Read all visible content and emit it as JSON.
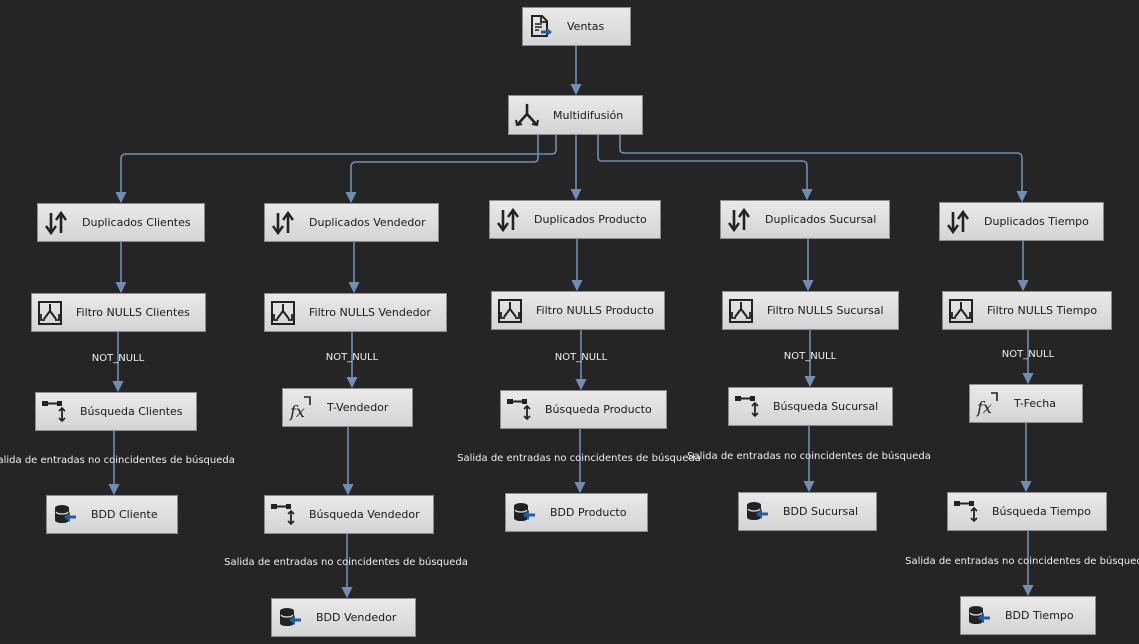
{
  "nodes": {
    "ventas": {
      "label": "Ventas",
      "icon": "flat-file-source-icon"
    },
    "multi": {
      "label": "Multidifusión",
      "icon": "multicast-icon"
    },
    "dup_cli": {
      "label": "Duplicados Clientes",
      "icon": "sort-icon"
    },
    "dup_ven": {
      "label": "Duplicados Vendedor",
      "icon": "sort-icon"
    },
    "dup_pro": {
      "label": "Duplicados Producto",
      "icon": "sort-icon"
    },
    "dup_suc": {
      "label": "Duplicados Sucursal",
      "icon": "sort-icon"
    },
    "dup_tie": {
      "label": "Duplicados Tiempo",
      "icon": "sort-icon"
    },
    "fil_cli": {
      "label": "Filtro NULLS Clientes",
      "icon": "conditional-split-icon"
    },
    "fil_ven": {
      "label": "Filtro NULLS Vendedor",
      "icon": "conditional-split-icon"
    },
    "fil_pro": {
      "label": "Filtro NULLS Producto",
      "icon": "conditional-split-icon"
    },
    "fil_suc": {
      "label": "Filtro NULLS Sucursal",
      "icon": "conditional-split-icon"
    },
    "fil_tie": {
      "label": "Filtro NULLS Tiempo",
      "icon": "conditional-split-icon"
    },
    "bus_cli": {
      "label": "Búsqueda Clientes",
      "icon": "lookup-icon"
    },
    "t_ven": {
      "label": "T-Vendedor",
      "icon": "derived-column-icon"
    },
    "bus_pro": {
      "label": "Búsqueda Producto",
      "icon": "lookup-icon"
    },
    "bus_suc": {
      "label": "Búsqueda Sucursal",
      "icon": "lookup-icon"
    },
    "t_fec": {
      "label": "T-Fecha",
      "icon": "derived-column-icon"
    },
    "bdd_cli": {
      "label": "BDD Cliente",
      "icon": "db-destination-icon"
    },
    "bus_ven": {
      "label": "Búsqueda Vendedor",
      "icon": "lookup-icon"
    },
    "bdd_pro": {
      "label": "BDD Producto",
      "icon": "db-destination-icon"
    },
    "bdd_suc": {
      "label": "BDD Sucursal",
      "icon": "db-destination-icon"
    },
    "bus_tie": {
      "label": "Búsqueda Tiempo",
      "icon": "lookup-icon"
    },
    "bdd_ven": {
      "label": "BDD Vendedor",
      "icon": "db-destination-icon"
    },
    "bdd_tie": {
      "label": "BDD Tiempo",
      "icon": "db-destination-icon"
    }
  },
  "edge_labels": {
    "not_null": "NOT_NULL",
    "no_match": "Salida de entradas no coincidentes de búsqueda"
  },
  "colors": {
    "background": "#252526",
    "connector": "#6f8db5",
    "label_text": "#f0f0f0",
    "icon_accent": "#1e5fa8"
  }
}
